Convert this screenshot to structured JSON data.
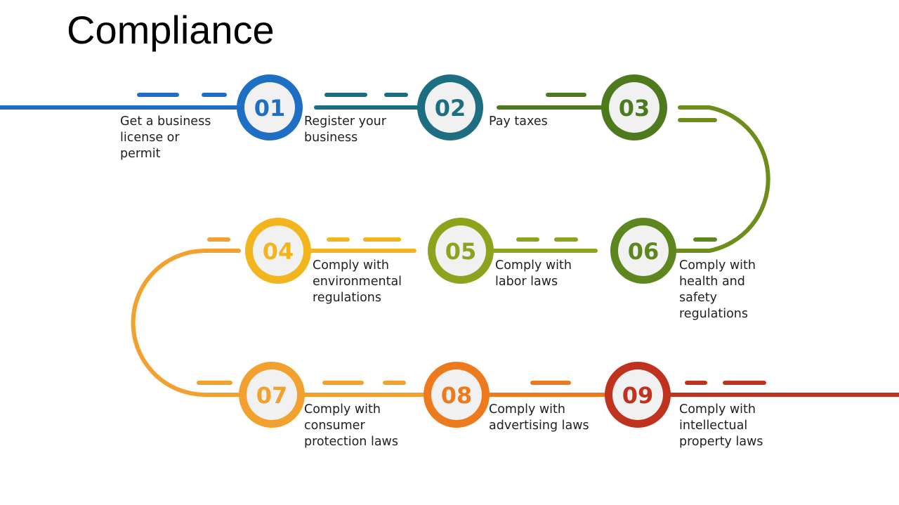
{
  "title": "Compliance",
  "colors": {
    "blue": "#1E6FC3",
    "teal": "#1E6E82",
    "green": "#4E7A1E",
    "olive": "#6E8E1C",
    "yellow": "#F2B51E",
    "orange": "#F2A12E",
    "deep_orange": "#EE7A1E",
    "red": "#BE321E"
  },
  "steps": [
    {
      "number": "01",
      "label": "Get a business\nlicense or\npermit",
      "color": "#1E6FC3"
    },
    {
      "number": "02",
      "label": "Register your\nbusiness",
      "color": "#1E6E82"
    },
    {
      "number": "03",
      "label": "Pay taxes",
      "color": "#4E7A1E"
    },
    {
      "number": "04",
      "label": "Comply with\nenvironmental\nregulations",
      "color": "#F2B51E"
    },
    {
      "number": "05",
      "label": "Comply with\nlabor laws",
      "color": "#8EA21E"
    },
    {
      "number": "06",
      "label": "Comply with\nhealth and\nsafety\nregulations",
      "color": "#5E861E"
    },
    {
      "number": "07",
      "label": "Comply with\nconsumer\nprotection laws",
      "color": "#F2A12E"
    },
    {
      "number": "08",
      "label": "Comply with\nadvertising laws",
      "color": "#EE7A1E"
    },
    {
      "number": "09",
      "label": "Comply with\nintellectual\nproperty laws",
      "color": "#BE321E"
    }
  ]
}
